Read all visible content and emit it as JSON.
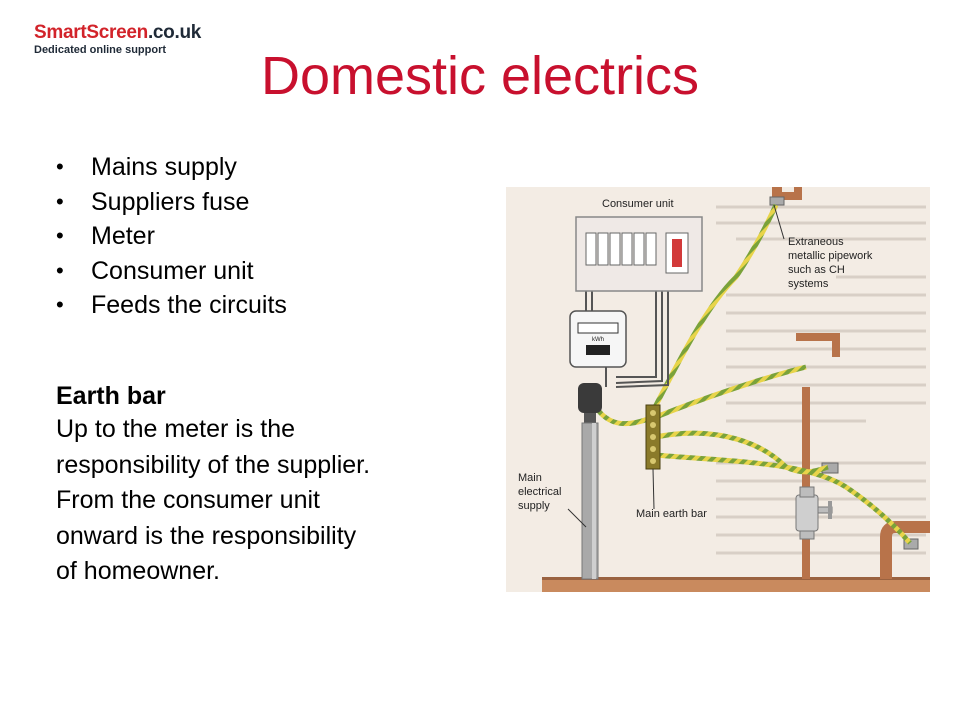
{
  "logo": {
    "brand_part1": "SmartScreen",
    "brand_part2": ".co.uk",
    "tagline": "Dedicated online support"
  },
  "title": "Domestic electrics",
  "bullets": [
    "Mains supply",
    "Suppliers fuse",
    "Meter",
    "Consumer unit",
    "Feeds the circuits"
  ],
  "earth_bar": {
    "heading": "Earth bar",
    "lines": [
      "Up to the meter is the",
      "responsibility of the supplier.",
      "From the consumer unit",
      "onward is the responsibility",
      "of homeowner."
    ]
  },
  "diagram": {
    "labels": {
      "consumer_unit": "Consumer unit",
      "pipework_1": "Extraneous",
      "pipework_2": "metallic pipework",
      "pipework_3": "such as CH",
      "pipework_4": "systems",
      "meter_kwh": "kWh",
      "main_supply_1": "Main",
      "main_supply_2": "electrical",
      "main_supply_3": "supply",
      "main_earth_bar": "Main earth bar"
    }
  },
  "colors": {
    "title_red": "#c8102e",
    "brand_red": "#d2232a",
    "copper": "#b8734a",
    "earth_green": "#7aa23a",
    "earth_yellow": "#e8d44a"
  }
}
